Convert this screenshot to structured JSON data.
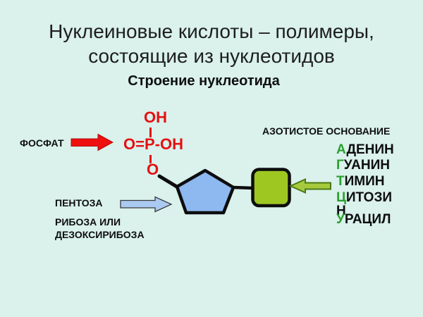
{
  "slide": {
    "title_line1": "Нуклеиновые кислоты – полимеры,",
    "title_line2": "состоящие из нуклеотидов",
    "subtitle": "Строение нуклеотида"
  },
  "diagram": {
    "phosphate_label": "ФОСФАТ",
    "formula": {
      "top": "OH",
      "middle": "O=P-OH",
      "bottom": "O"
    },
    "pentose_label": "ПЕНТОЗА",
    "pentose_sublabel_line1": "РИБОЗА ИЛИ",
    "pentose_sublabel_line2": "ДЕЗОКСИРИБОЗА",
    "nitrogen_base_label": "АЗОТИСТОЕ ОСНОВАНИЕ",
    "bases": [
      {
        "first": "А",
        "rest": "ДЕНИН"
      },
      {
        "first": "Г",
        "rest": "УАНИН"
      },
      {
        "first": "Т",
        "rest": "ИМИН"
      },
      {
        "first": "Ц",
        "rest": "ИТОЗИ",
        "wrap": "Н"
      },
      {
        "first": "У",
        "rest": "РАЦИЛ"
      }
    ],
    "colors": {
      "background": "#daf1ec",
      "formula_red": "#e61010",
      "arrow_red": "#ee0f0f",
      "pentagon_blue": "#8db8f0",
      "arrow_blue": "#abcaf2",
      "square_green": "#9fc722",
      "arrow_green": "#a6c93e",
      "base_letter_green": "#2aa12e",
      "text_black": "#0e0e0e"
    }
  }
}
